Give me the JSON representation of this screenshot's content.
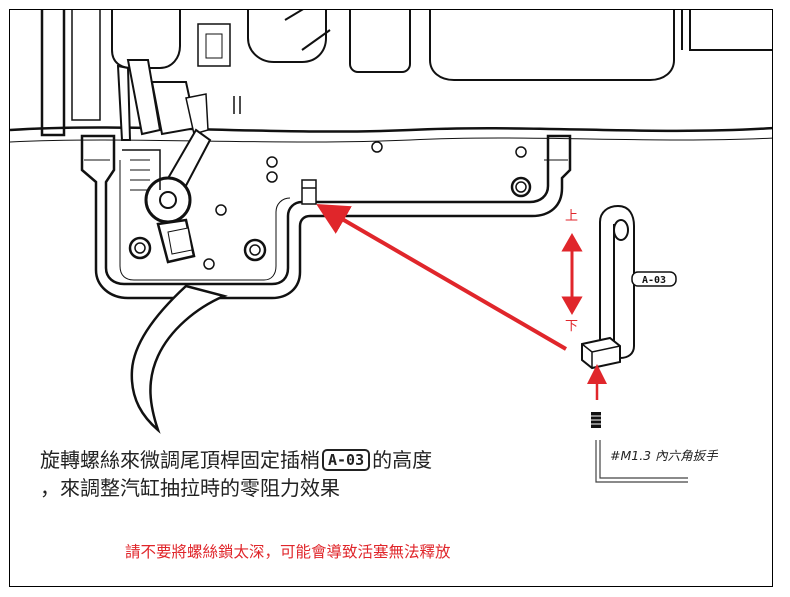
{
  "colors": {
    "line": "#111111",
    "arrow": "#e0262b",
    "frame": "#000000",
    "warning": "#e0262b"
  },
  "labels": {
    "part_code": "A-03",
    "direction_up": "上",
    "direction_down": "下",
    "tool_note": "#M1.3 內六角扳手"
  },
  "description": {
    "line1_before": "旋轉螺絲來微調尾頂桿固定插梢",
    "code": "A-03",
    "line1_after": "的高度",
    "line2": "，來調整汽缸抽拉時的零阻力效果"
  },
  "warning": "請不要將螺絲鎖太深，可能會導致活塞無法釋放"
}
